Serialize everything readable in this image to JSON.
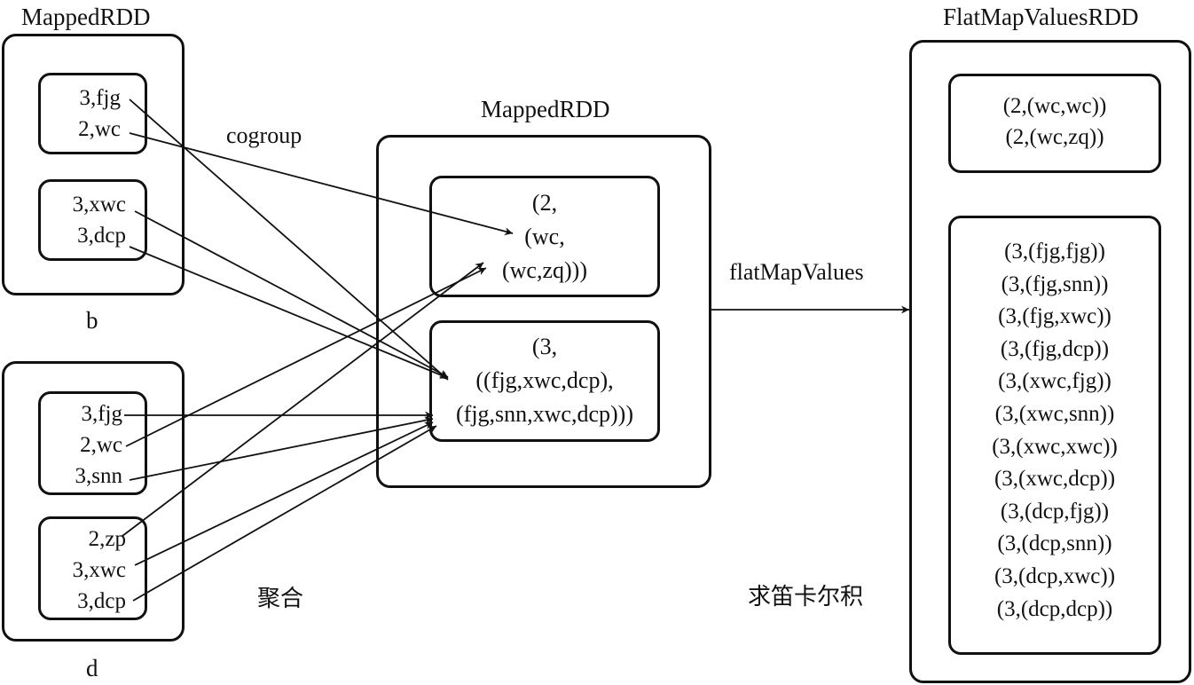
{
  "rdd_b": {
    "title": "MappedRDD",
    "caption": "b",
    "partitions": [
      {
        "items": [
          "3,fjg",
          "2,wc"
        ]
      },
      {
        "items": [
          "3,xwc",
          "3,dcp"
        ]
      }
    ]
  },
  "rdd_d": {
    "caption": "d",
    "partitions": [
      {
        "items": [
          "3,fjg",
          "2,wc",
          "3,snn"
        ]
      },
      {
        "items": [
          "2,zp",
          "3,xwc",
          "3,dcp"
        ]
      }
    ]
  },
  "rdd_mid": {
    "title": "MappedRDD",
    "partitions": [
      {
        "lines": [
          "(2,",
          "(wc,",
          "(wc,zq)))"
        ]
      },
      {
        "lines": [
          "(3,",
          "((fjg,xwc,dcp),",
          "(fjg,snn,xwc,dcp)))"
        ]
      }
    ]
  },
  "rdd_out": {
    "title": "FlatMapValuesRDD",
    "partitions": [
      {
        "lines": [
          "(2,(wc,wc))",
          "(2,(wc,zq))"
        ]
      },
      {
        "lines": [
          "(3,(fjg,fjg))",
          "(3,(fjg,snn))",
          "(3,(fjg,xwc))",
          "(3,(fjg,dcp))",
          "(3,(xwc,fjg))",
          "(3,(xwc,snn))",
          "(3,(xwc,xwc))",
          "(3,(xwc,dcp))",
          "(3,(dcp,fjg))",
          "(3,(dcp,snn))",
          "(3,(dcp,xwc))",
          "(3,(dcp,dcp))"
        ]
      }
    ]
  },
  "labels": {
    "cogroup": "cogroup",
    "aggregate": "聚合",
    "flatmapvalues": "flatMapValues",
    "cartesian": "求笛卡尔积"
  },
  "edges": [
    {
      "from": "b.p0.3,fjg",
      "to": "mid.p1"
    },
    {
      "from": "b.p0.2,wc",
      "to": "mid.p0"
    },
    {
      "from": "b.p1.3,xwc",
      "to": "mid.p1"
    },
    {
      "from": "b.p1.3,dcp",
      "to": "mid.p1"
    },
    {
      "from": "d.p0.3,fjg",
      "to": "mid.p1"
    },
    {
      "from": "d.p0.2,wc",
      "to": "mid.p0"
    },
    {
      "from": "d.p0.3,snn",
      "to": "mid.p1"
    },
    {
      "from": "d.p1.2,zp",
      "to": "mid.p0"
    },
    {
      "from": "d.p1.3,xwc",
      "to": "mid.p1"
    },
    {
      "from": "d.p1.3,dcp",
      "to": "mid.p1"
    },
    {
      "from": "mid",
      "to": "out"
    }
  ]
}
